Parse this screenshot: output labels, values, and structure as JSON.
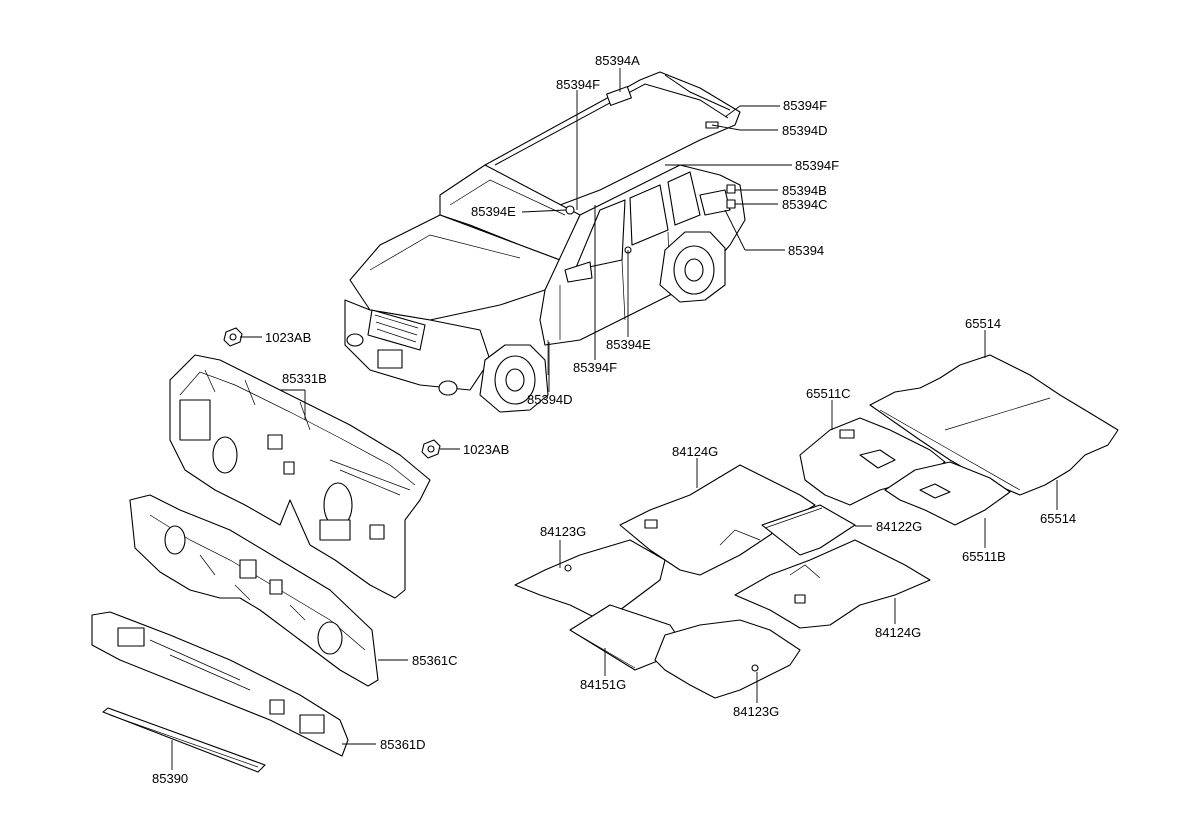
{
  "parts": {
    "p85394A": "85394A",
    "p85394F_top": "85394F",
    "p85394F_rear_top": "85394F",
    "p85394D_rear": "85394D",
    "p85394F_side": "85394F",
    "p85394B": "85394B",
    "p85394C": "85394C",
    "p85394E_left": "85394E",
    "p85394": "85394",
    "p85394E_bottom": "85394E",
    "p85394F_bottom": "85394F",
    "p85394D_bottom": "85394D",
    "p1023AB_top": "1023AB",
    "p85331B": "85331B",
    "p1023AB_mid": "1023AB",
    "p65514_top": "65514",
    "p65511C": "65511C",
    "p84124G_top": "84124G",
    "p84122G": "84122G",
    "p65514_right": "65514",
    "p65511B": "65511B",
    "p84123G_left": "84123G",
    "p84124G_right": "84124G",
    "p85361C": "85361C",
    "p84151G": "84151G",
    "p84123G_bottom": "84123G",
    "p85361D": "85361D",
    "p85390": "85390"
  }
}
